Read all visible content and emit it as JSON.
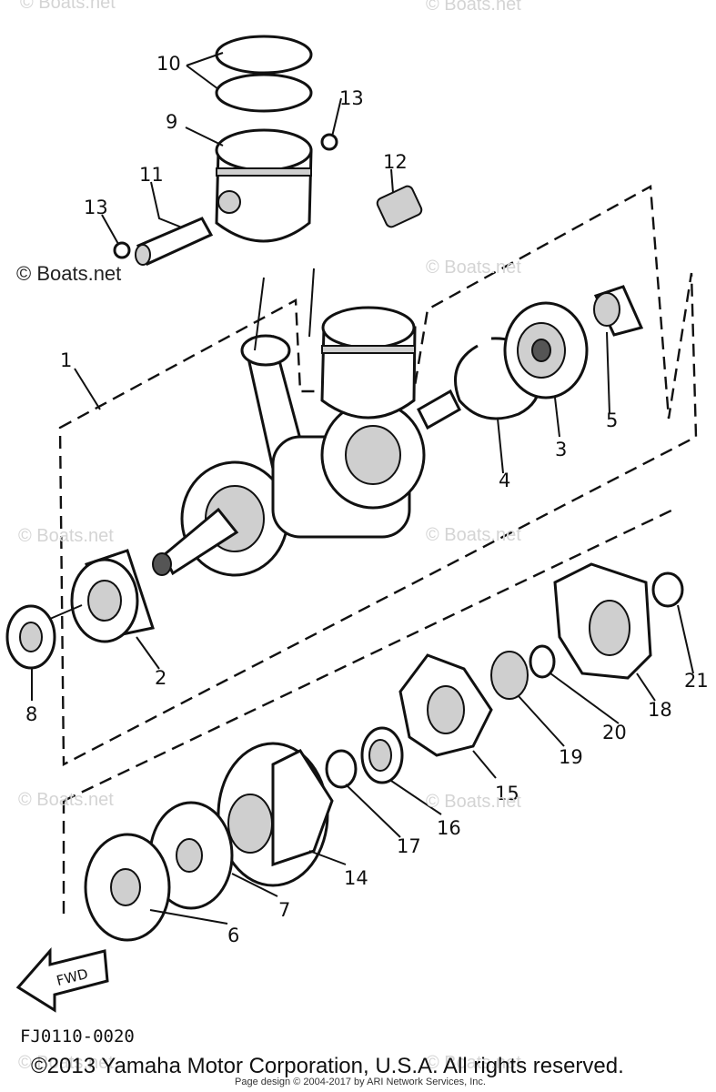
{
  "watermarks": {
    "top_left": "© Boats.net",
    "top_right": "© Boats.net",
    "left_dark": "© Boats.net",
    "mid_right": "© Boats.net",
    "mid_left": "© Boats.net",
    "mid_center": "© Boats.net",
    "low_left": "© Boats.net",
    "low_center": "© Boats.net",
    "bottom_left": "© Boats.net",
    "bottom_right": "© Boats.net"
  },
  "callouts": {
    "c1": "1",
    "c2": "2",
    "c3": "3",
    "c4": "4",
    "c5": "5",
    "c6": "6",
    "c7": "7",
    "c8": "8",
    "c9": "9",
    "c10": "10",
    "c11": "11",
    "c12": "12",
    "c13a": "13",
    "c13b": "13",
    "c14": "14",
    "c15": "15",
    "c16": "16",
    "c17": "17",
    "c18": "18",
    "c19": "19",
    "c20": "20",
    "c21": "21"
  },
  "fwd_label": "FWD",
  "diagram_code": "FJ0110-0020",
  "copyright": "©2013 Yamaha Motor Corporation, U.S.A. All rights reserved.",
  "page_design": "Page design © 2004-2017 by ARI Network Services, Inc."
}
